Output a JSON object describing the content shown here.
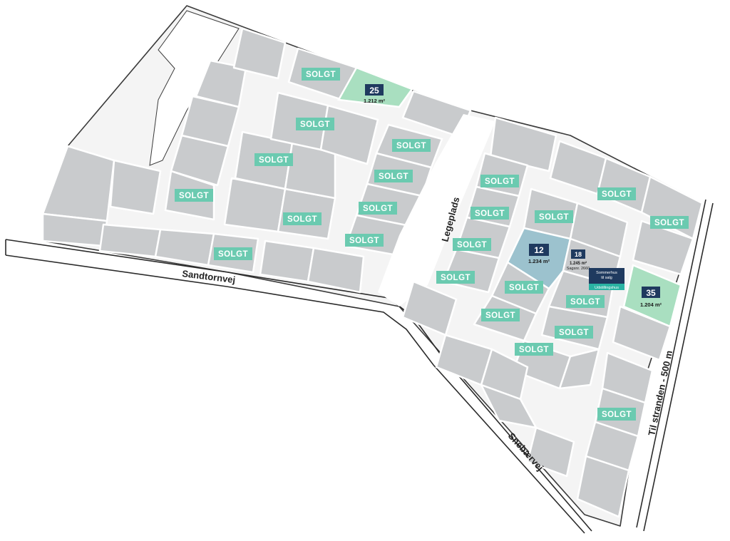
{
  "streets": {
    "sandtornvej": "Sandtornvej",
    "snebaervej": "Snebærvej",
    "legeplads": "Legeplads",
    "til_stranden": "Til stranden - 500 m"
  },
  "sold_label": "SOLGT",
  "plots": {
    "p25": {
      "number": "25",
      "area": "1.212 m²"
    },
    "p12": {
      "number": "12",
      "area": "1.234 m²"
    },
    "p18": {
      "number": "18",
      "area": "1.245 m²",
      "note": "Sagsnr. 2660"
    },
    "p35": {
      "number": "35",
      "area": "1.204 m²"
    }
  },
  "sale_badge": {
    "line1": "Sommerhus",
    "line2": "til salg",
    "line3": "Udstillingshus"
  },
  "colors": {
    "plot": "#c9cbcd",
    "available": "#a9dfc0",
    "selected": "#9cc2ce",
    "sold": "#6bcab0",
    "number_badge": "#1f3a5f",
    "sale_badge": "#1f3a5f",
    "exhibition_badge": "#2ab3a3"
  },
  "icons": [
    "road",
    "plot",
    "sold-tag"
  ]
}
